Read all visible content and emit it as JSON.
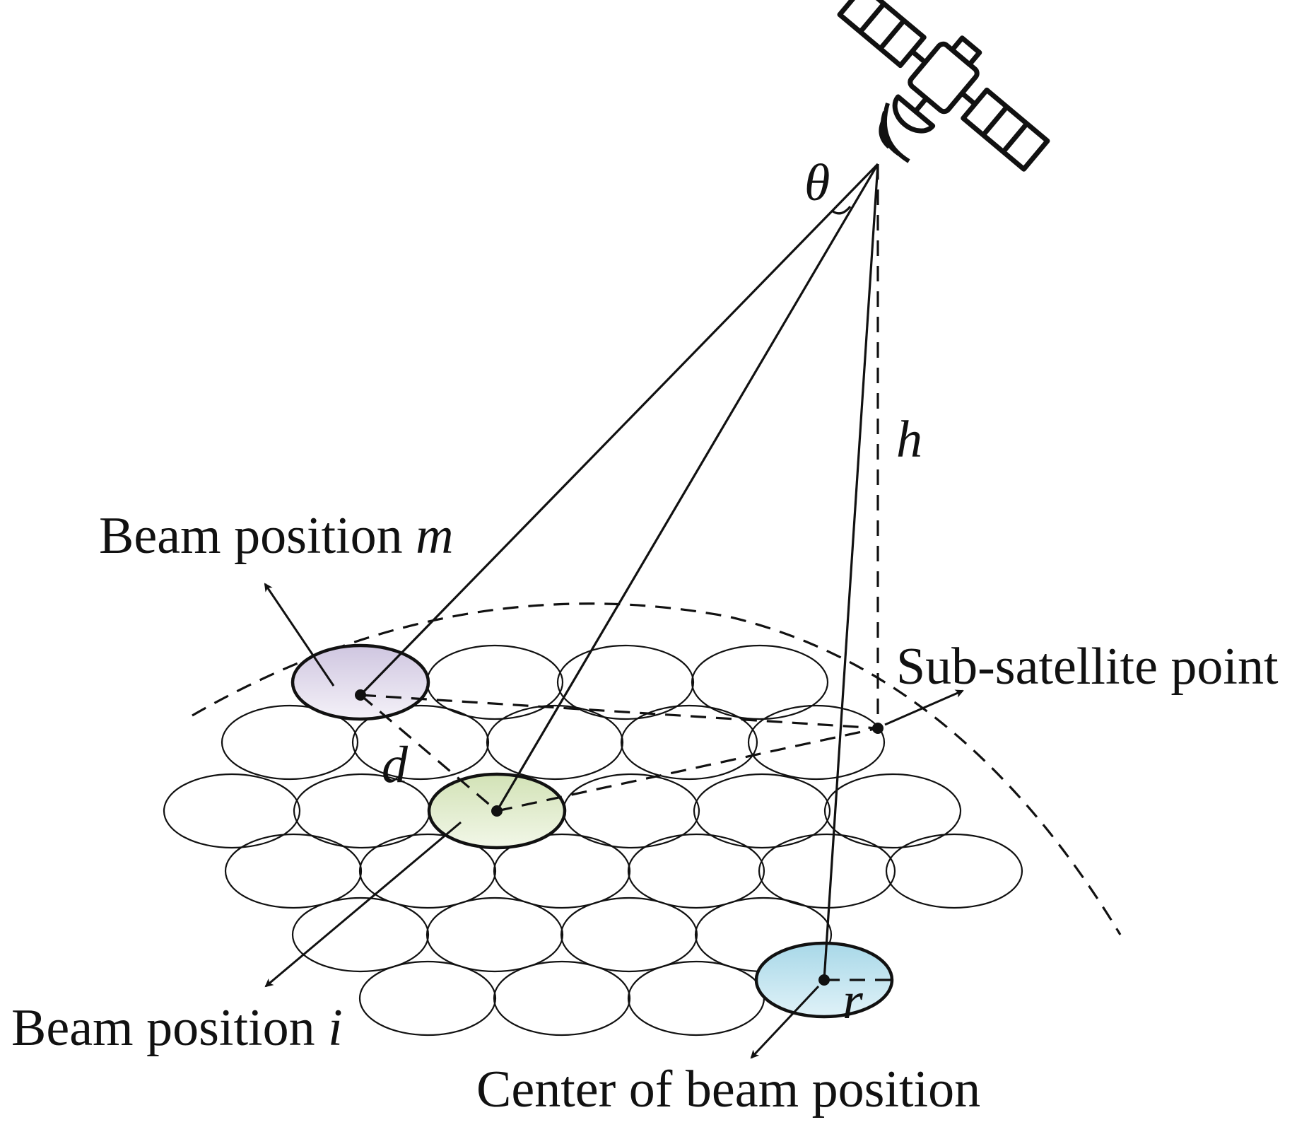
{
  "labels": {
    "beam_m_text": "Beam position ",
    "beam_m_var": "m",
    "beam_i_text": "Beam position ",
    "beam_i_var": "i",
    "sub_satellite": "Sub-satellite point",
    "center": "Center of beam position",
    "theta": "θ",
    "h": "h",
    "d": "d",
    "r": "r"
  },
  "icons": {
    "satellite": "satellite-icon"
  },
  "colors": {
    "beam_m_fill": "#d8d0e6",
    "beam_i_fill": "#dce8c4",
    "beam_center_fill": "#b8e0ec",
    "line": "#111111"
  }
}
